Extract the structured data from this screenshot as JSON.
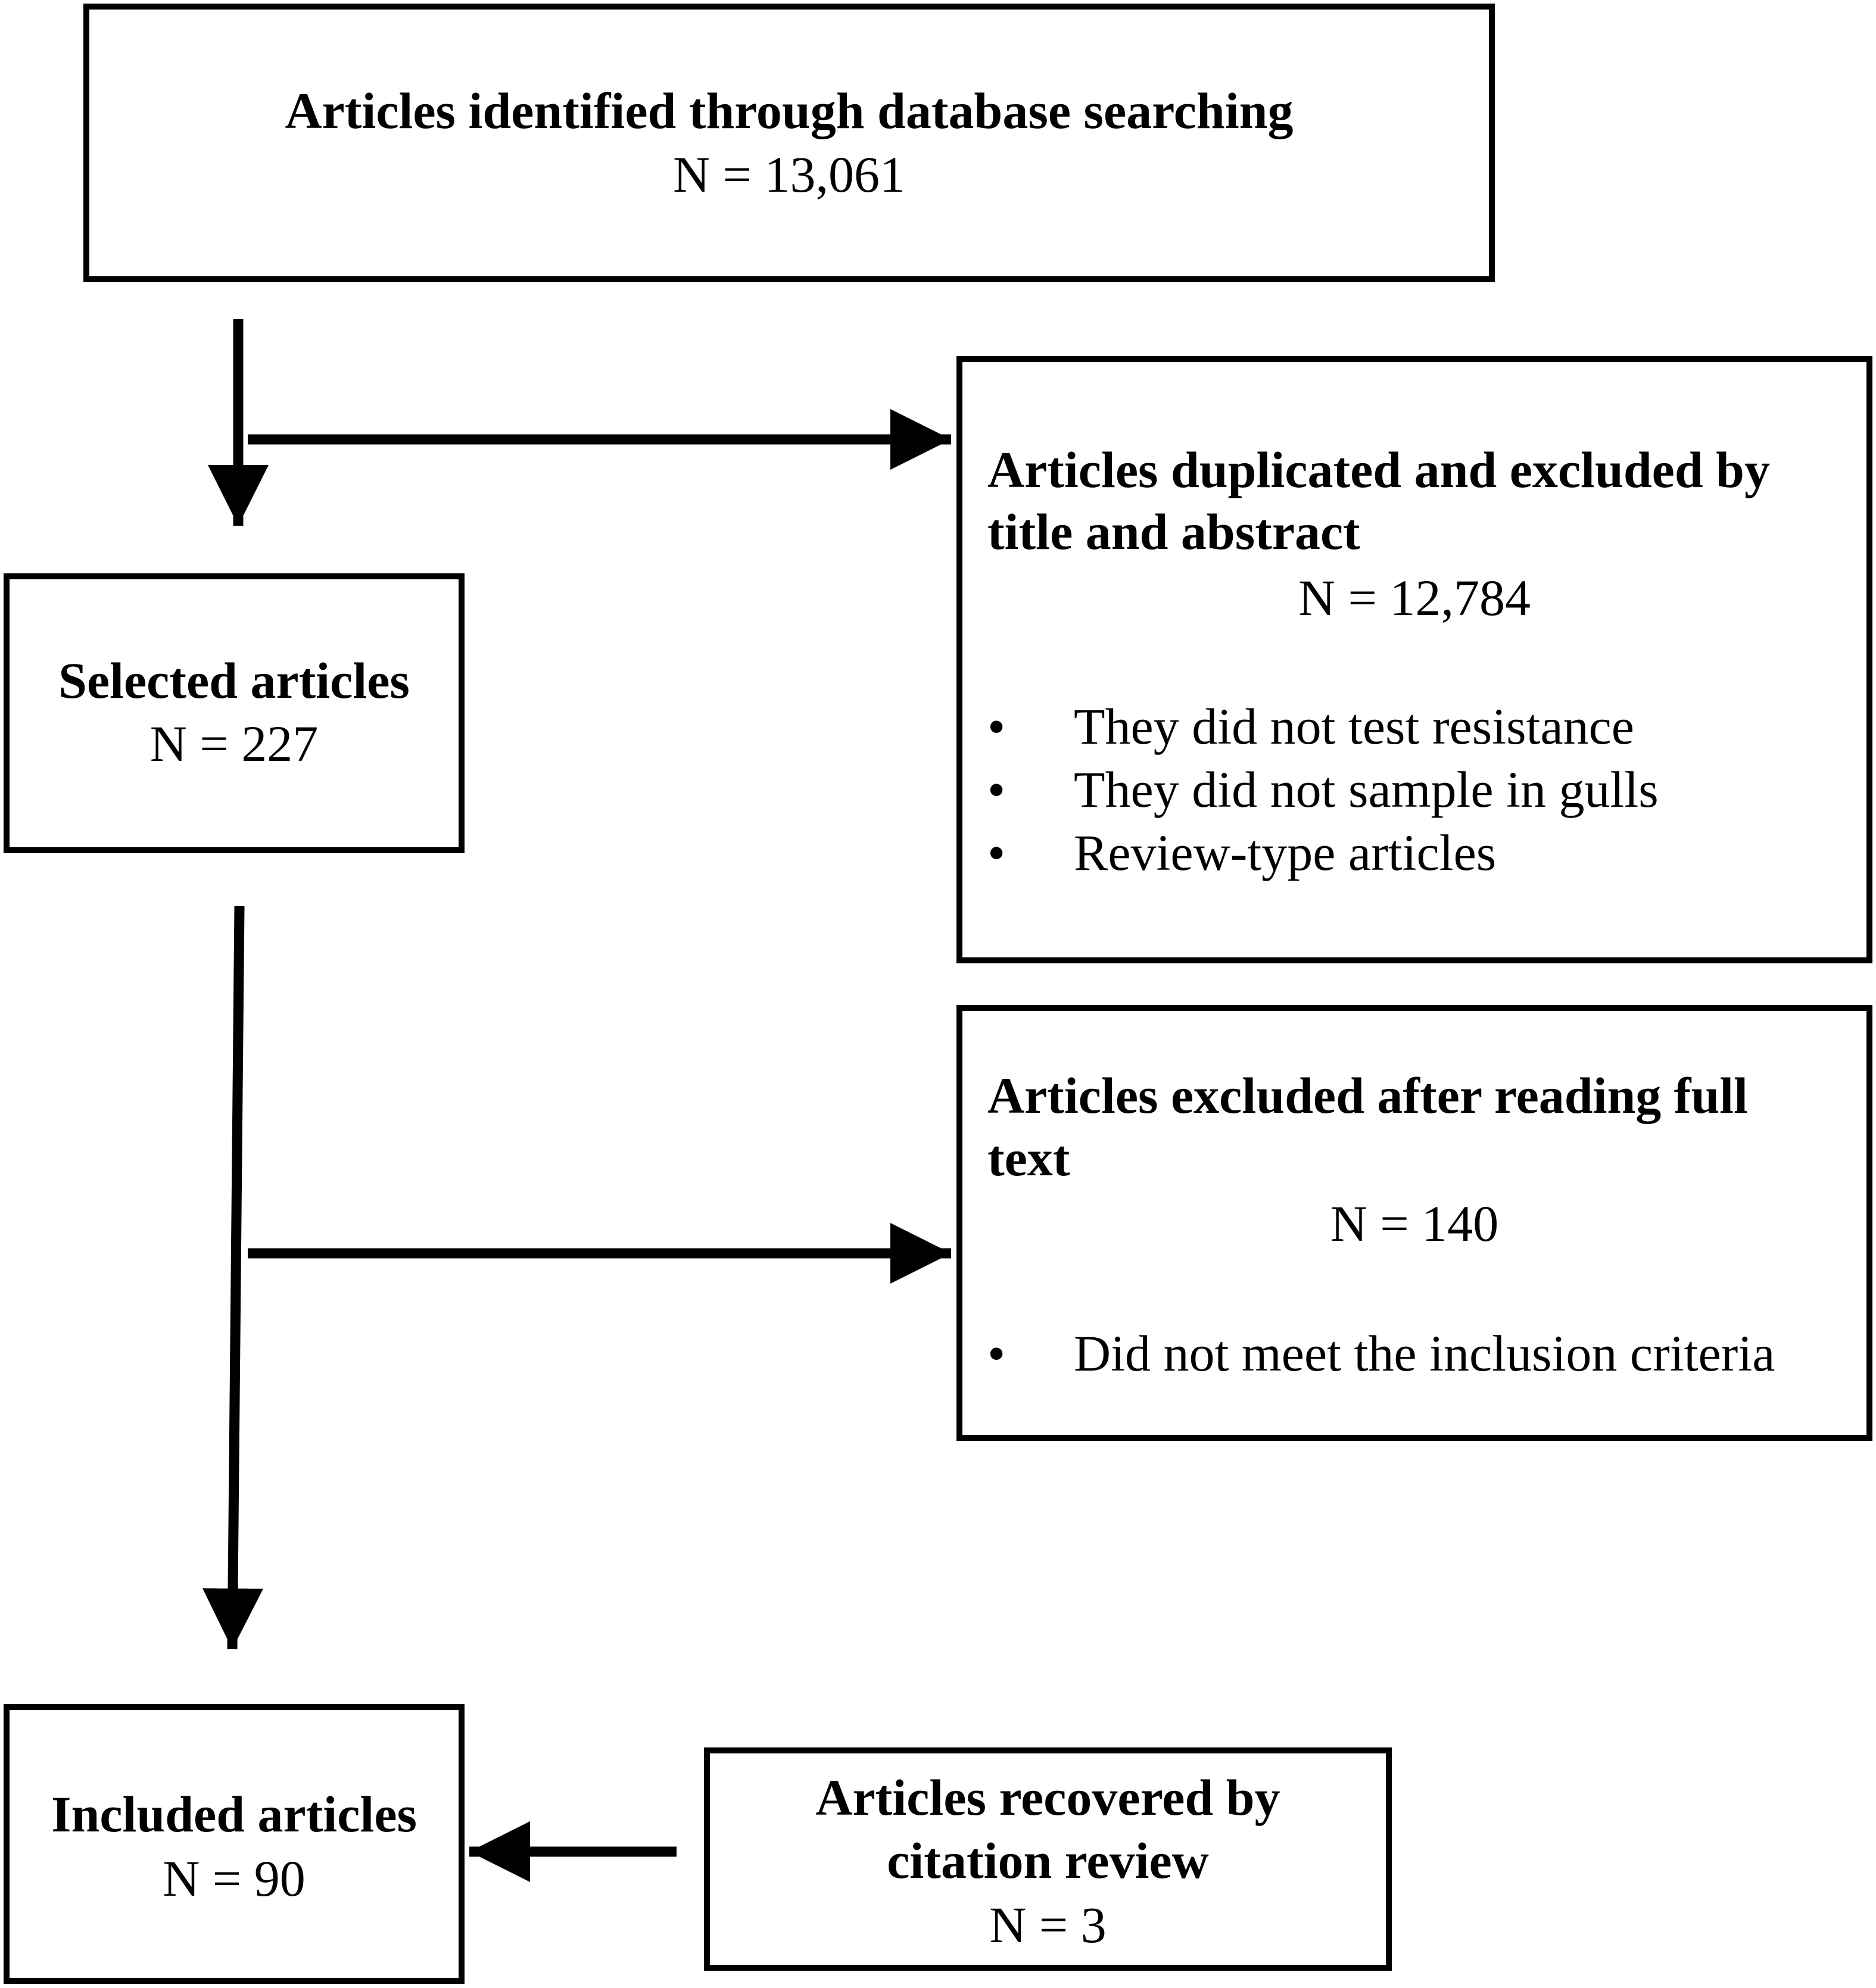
{
  "boxes": {
    "identified": {
      "title": "Articles identified through database searching",
      "count": "N = 13,061"
    },
    "selected": {
      "title": "Selected articles",
      "count": "N = 227"
    },
    "duplicated": {
      "title_line1": "Articles duplicated and excluded by",
      "title_line2": "title and abstract",
      "count": "N = 12,784",
      "reasons": [
        "They did not test resistance",
        "They did not sample in gulls",
        "Review-type articles"
      ]
    },
    "fulltext": {
      "title_line1": "Articles excluded after reading full",
      "title_line2": "text",
      "count": "N = 140",
      "reasons": [
        "Did not meet the inclusion criteria"
      ]
    },
    "included": {
      "title": "Included articles",
      "count": "N = 90"
    },
    "recovered": {
      "title_line1": "Articles recovered by",
      "title_line2": "citation review",
      "count": "N = 3"
    }
  },
  "bullet_glyph": "•"
}
